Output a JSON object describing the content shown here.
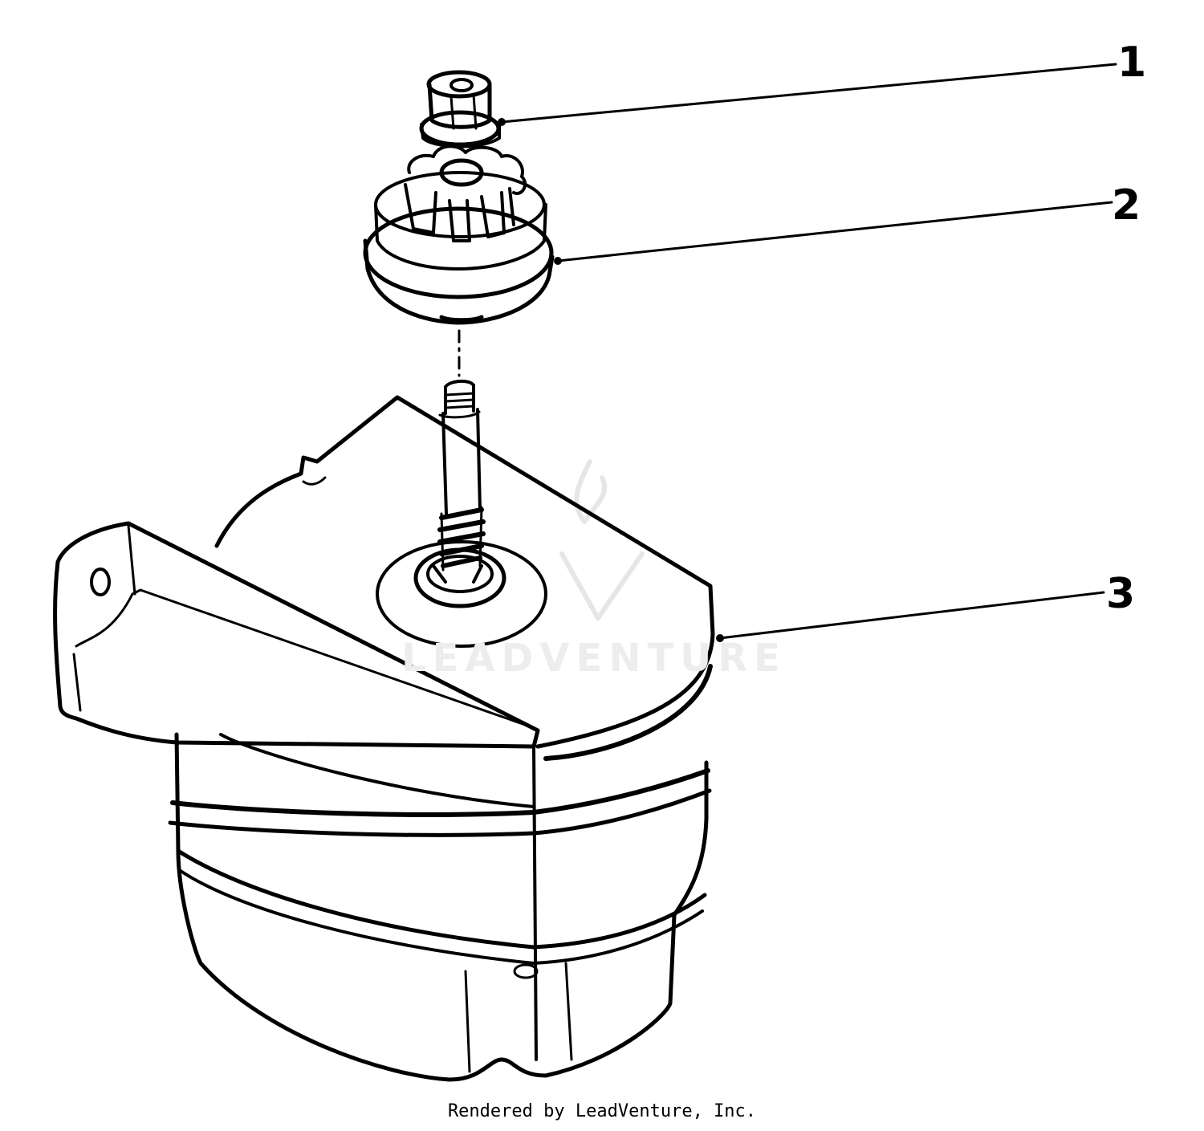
{
  "callouts": [
    {
      "number": "1",
      "part": "nut"
    },
    {
      "number": "2",
      "part": "drive-pinion"
    },
    {
      "number": "3",
      "part": "starter-motor"
    }
  ],
  "footer": "Rendered by LeadVenture, Inc.",
  "watermark": "LEADVENTURE",
  "colors": {
    "line": "#000000",
    "background": "#ffffff",
    "watermark": "#ededed"
  }
}
